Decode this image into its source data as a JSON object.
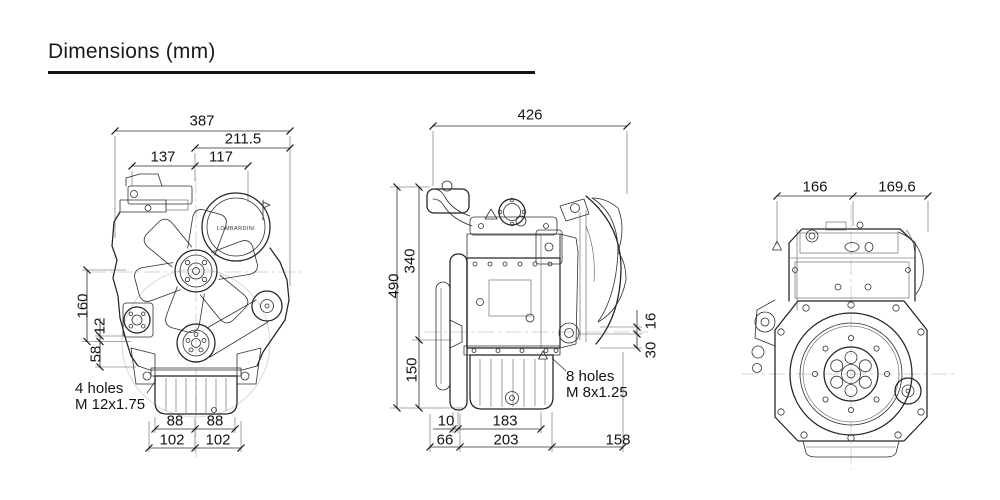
{
  "title": "Dimensions (mm)",
  "brand_logo": "LOMBARDINI",
  "views": {
    "front": {
      "dims": {
        "total_width": "387",
        "right_width": "211.5",
        "upper_left": "137",
        "upper_right": "117",
        "side_160": "160",
        "side_12": "12",
        "side_58": "58",
        "bolt_88_l": "88",
        "bolt_88_r": "88",
        "bolt_102_l": "102",
        "bolt_102_r": "102"
      },
      "holes_note": {
        "line1": "4 holes",
        "line2": "M 12x1.75"
      }
    },
    "side": {
      "dims": {
        "total_width": "426",
        "height_490": "490",
        "height_340": "340",
        "height_150": "150",
        "bottom_10": "10",
        "bottom_183": "183",
        "bottom_66": "66",
        "bottom_203": "203",
        "bottom_158": "158",
        "right_16": "16",
        "right_30": "30"
      },
      "holes_note": {
        "line1": "8 holes",
        "line2": "M 8x1.25"
      }
    },
    "rear": {
      "dims": {
        "left_width": "166",
        "right_width": "169.6"
      }
    }
  }
}
